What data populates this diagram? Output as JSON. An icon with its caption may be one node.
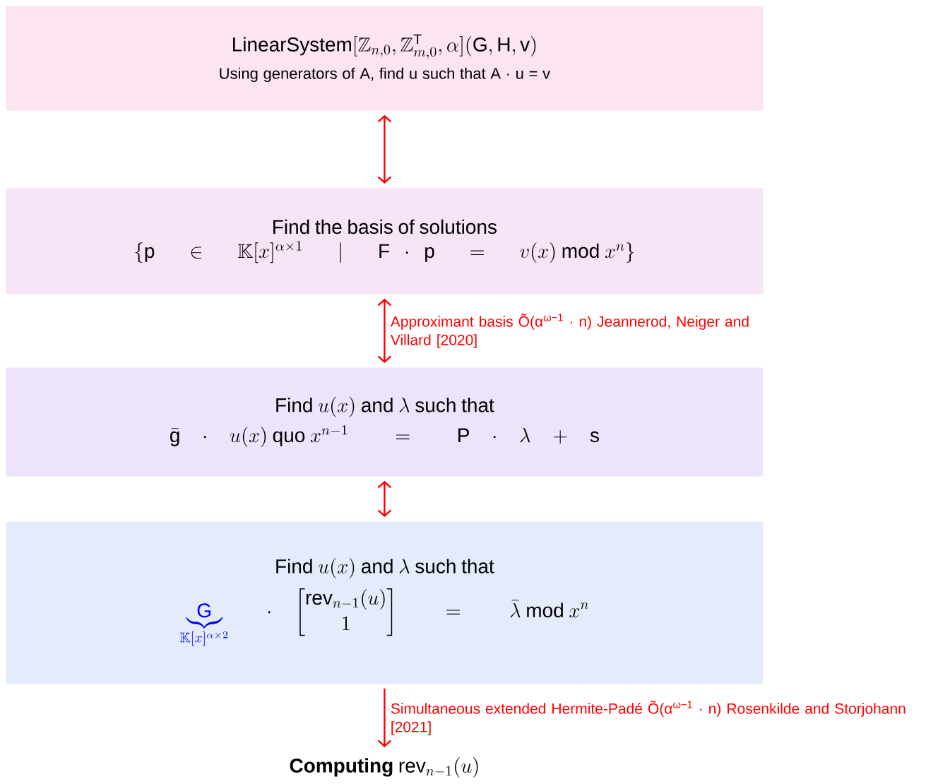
{
  "diagram": {
    "nodes": [
      {
        "text": [
          "\\mathsf{LinearSystem}[\\mathbb{Z}_{n,0},\\mathbb{Z}_{m,0}^{\\mathsf{T}},\\alpha](\\mathsf{G},\\mathsf{H},\\mathsf{v})",
          "Using generators of A, find u such that A · u = v"
        ]
      },
      {
        "text": [
          "Find the basis of solutions",
          "\\{\\mathsf{p}\\ \\in\\ \\mathbb{K}[x]^{\\alpha\\times 1}\\ \\mid\\ \\mathsf{F}\\cdot\\mathsf{p}\\ =\\ v(x)\\ \\mathsf{mod}\\ x^{n}\\}"
        ]
      },
      {
        "text": [
          "\\text{Find } u(x) \\text{ and } \\lambda \\text{ such that}",
          "\\bar{\\mathsf{g}}\\ \\cdot\\ u(x)\\ \\mathsf{quo}\\ x^{n-1}\\ \\ =\\ \\ \\mathsf{P}\\ \\cdot\\ \\lambda\\ +\\ \\mathsf{s}"
        ]
      },
      {
        "text": [
          "\\text{Find } u(x) \\text{ and } \\lambda \\text{ such that}",
          "{\\color{blue}\\underbrace{\\mathsf{G}}_{\\mathbb{K}[x]^{\\alpha\\times 2}}}\\quad\\cdot\\ \\begin{bmatrix}\\mathsf{rev}_{n-1}(u)\\\\ 1\\end{bmatrix}\\ \\ =\\ \\ \\bar{\\lambda}\\ \\mathsf{mod}\\ x^{n}"
        ]
      },
      {
        "text": [
          "\\textbf{Computing}\\ \\mathsf{rev}_{n-1}(u)"
        ]
      }
    ],
    "edges": [
      {
        "from": 0,
        "to": 1,
        "arrow": "both"
      },
      {
        "from": 1,
        "to": 2,
        "arrow": "both",
        "label": "Approximant basis Õ(α$^{ω−1}$ · n) Jeannerod, Neiger and Villard [2020]"
      },
      {
        "from": 2,
        "to": 3,
        "arrow": "both"
      },
      {
        "from": 3,
        "to": 4,
        "arrow": "to",
        "label": "Simultaneous extended Hermite-Padé Õ(α$^{ω−1}$ · n) Rosenkilde and Storjohann [2021]"
      }
    ]
  }
}
